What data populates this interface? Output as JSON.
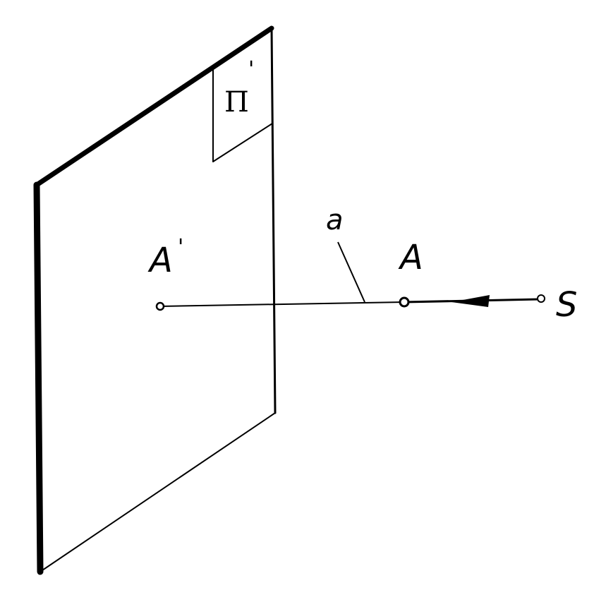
{
  "diagram": {
    "plane_label": "Π",
    "plane_label_mark": "'",
    "image_point_label": "A",
    "image_point_mark": "'",
    "point_label": "A",
    "projection_line_label": "a",
    "center_label": "S"
  }
}
